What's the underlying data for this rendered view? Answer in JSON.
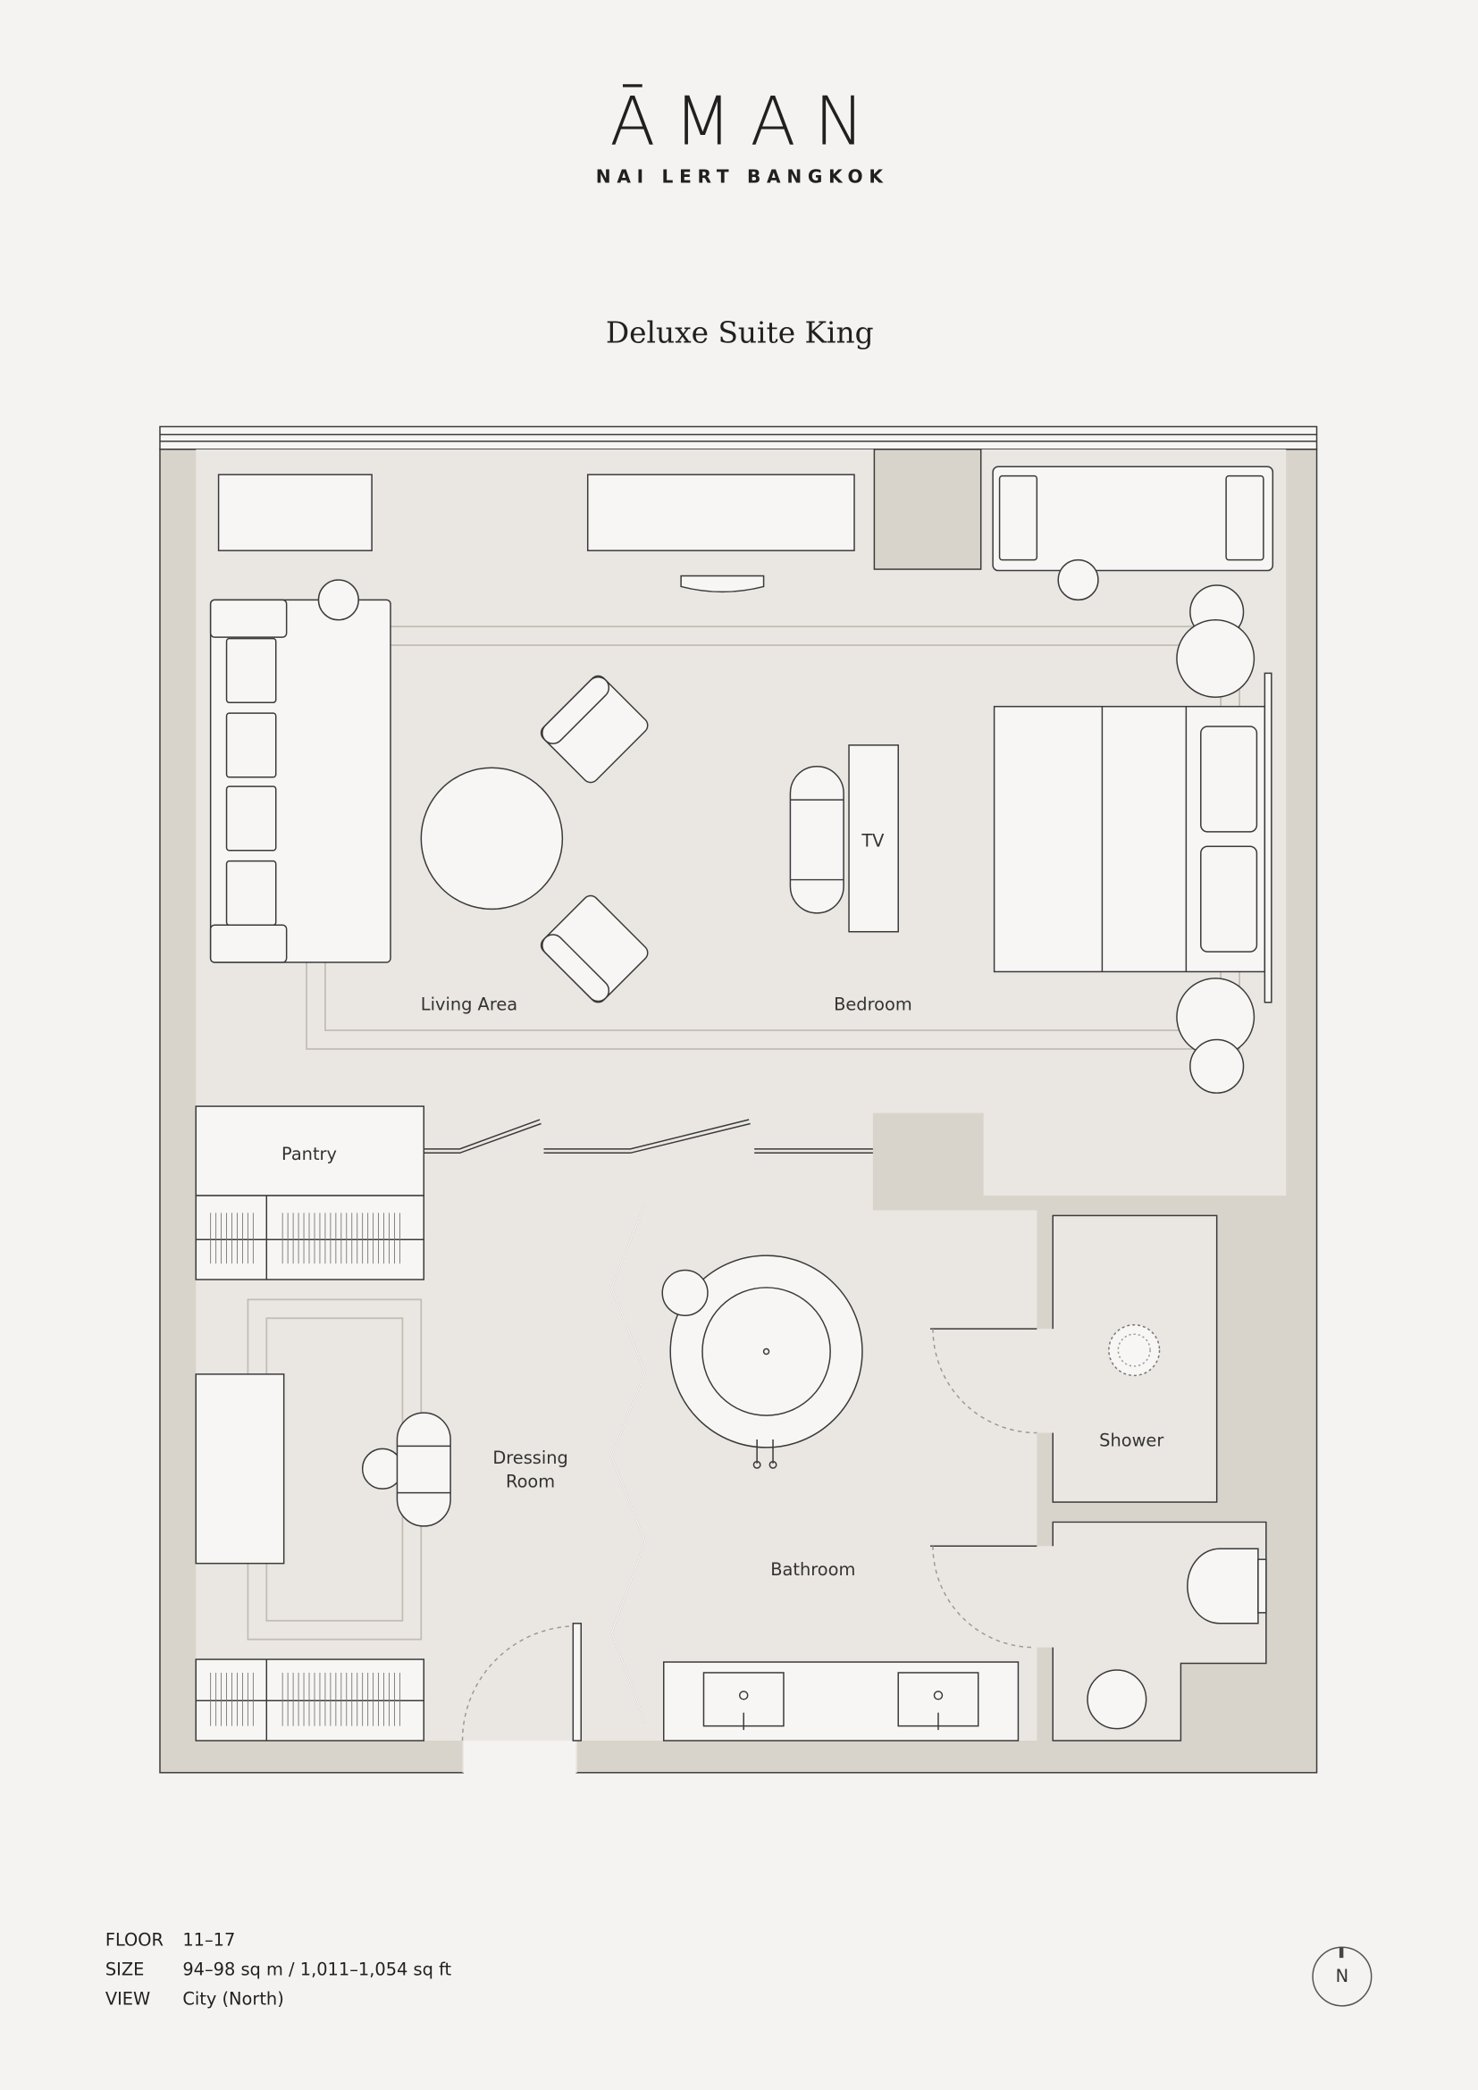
{
  "brand": {
    "logo": "ĀMAN",
    "location": "NAI LERT BANGKOK"
  },
  "title": "Deluxe Suite King",
  "rooms": {
    "living": "Living Area",
    "bedroom": "Bedroom",
    "tv": "TV",
    "pantry": "Pantry",
    "dressing_1": "Dressing",
    "dressing_2": "Room",
    "bathroom": "Bathroom",
    "shower": "Shower"
  },
  "specs": [
    {
      "label": "FLOOR",
      "value": "11–17"
    },
    {
      "label": "SIZE",
      "value": "94–98 sq m / 1,011–1,054 sq ft"
    },
    {
      "label": "VIEW",
      "value": "City (North)"
    }
  ],
  "compass": {
    "label": "N"
  },
  "colors": {
    "background": "#f4f3f1",
    "wall": "#d9d4cb",
    "floor": "#eae7e3",
    "ink": "#231f20"
  }
}
